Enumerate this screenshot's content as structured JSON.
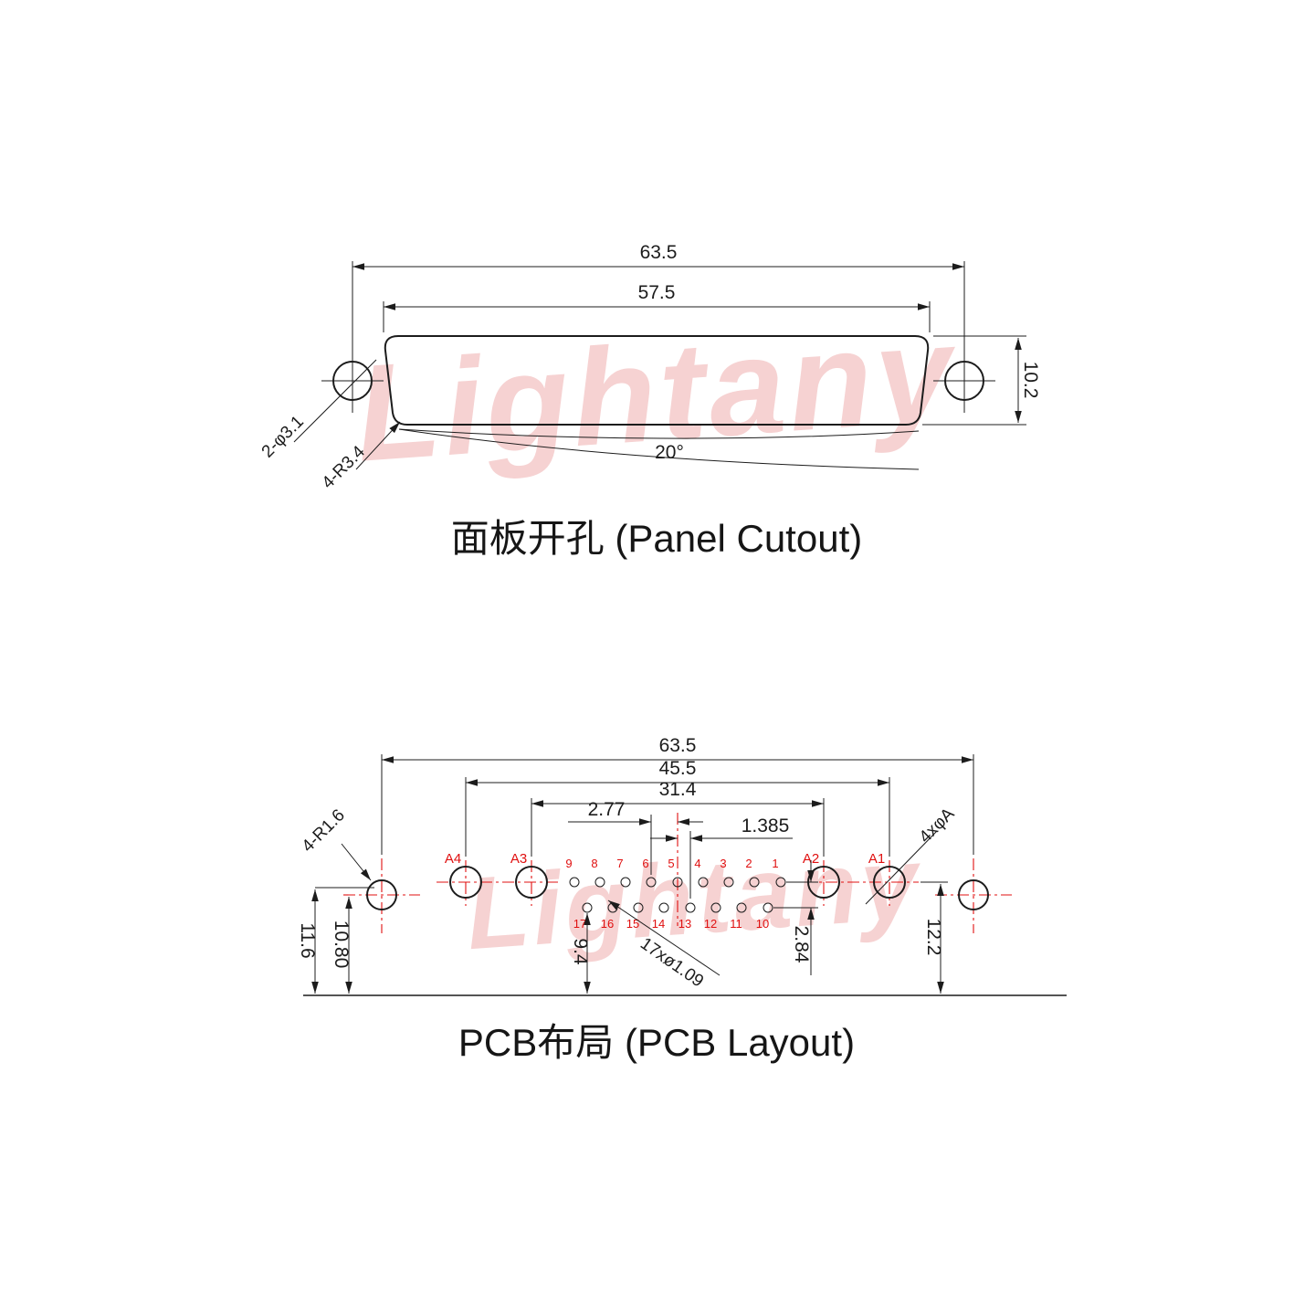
{
  "colors": {
    "ink": "#1c1c1c",
    "red": "#e01010",
    "watermark": "#f6d2d2"
  },
  "watermark": {
    "text": "Lightany"
  },
  "panel_cutout": {
    "title": "面板开孔 (Panel Cutout)",
    "dim_width_outer": "63.5",
    "dim_width_inner": "57.5",
    "dim_height": "10.2",
    "dim_angle": "20°",
    "label_holes": "2-φ3.1",
    "label_corner_radius": "4-R3.4"
  },
  "pcb_layout": {
    "title": "PCB布局 (PCB Layout)",
    "dim_overall": "63.5",
    "dim_coax_span": "45.5",
    "dim_inner_coax_span": "31.4",
    "dim_pitch": "2.77",
    "dim_half_pitch": "1.385",
    "label_corner_radius": "4-R1.6",
    "label_mount_holes": "4xφA",
    "label_pin_holes": "17xø1.09",
    "dim_left_outer": "11.6",
    "dim_left_inner": "10.80",
    "dim_pin_row_height": "9.4",
    "dim_row_offset": "2.84",
    "dim_right_height": "12.2",
    "coax_labels": [
      "A4",
      "A3",
      "A2",
      "A1"
    ],
    "pin_numbers_top": [
      "9",
      "8",
      "7",
      "6",
      "5",
      "4",
      "3",
      "2",
      "1"
    ],
    "pin_numbers_bottom": [
      "17",
      "16",
      "15",
      "14",
      "13",
      "12",
      "11",
      "10"
    ]
  }
}
